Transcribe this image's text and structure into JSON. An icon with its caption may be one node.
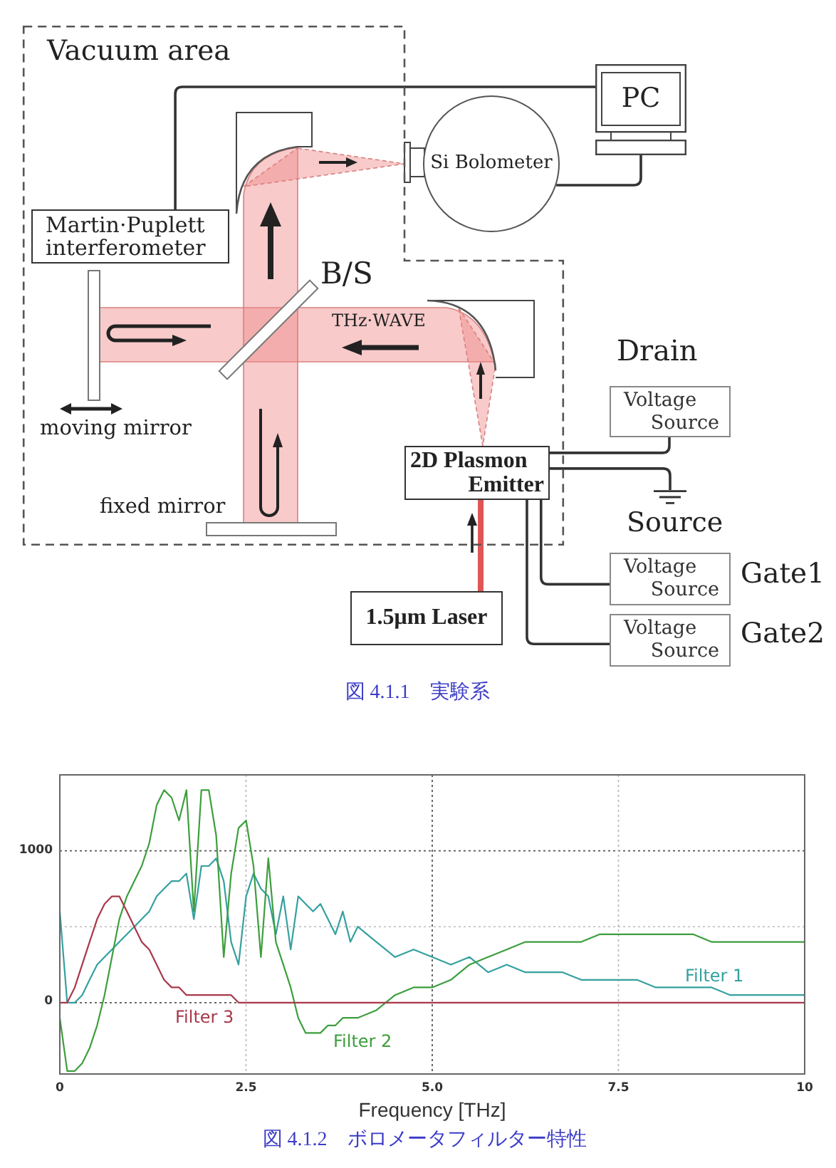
{
  "diagram": {
    "nodes": [
      {
        "text": [
          "Vacuum area"
        ]
      },
      {
        "text": [
          "PC"
        ]
      },
      {
        "text": [
          "Si Bolometer"
        ]
      },
      {
        "text": [
          "Martin·Puplett interferometer"
        ],
        "in": 0
      },
      {
        "text": [
          "Voltage Source"
        ],
        "beside": [
          "Drain"
        ]
      },
      {
        "text": [
          "2D Plasmon Emitter"
        ],
        "in": 0
      },
      {
        "text": [],
        "shape": "ground",
        "beside": [
          "Source"
        ]
      },
      {
        "text": [
          "Voltage Source"
        ],
        "beside": [
          "Gate1"
        ]
      },
      {
        "text": [
          "1.5μm Laser"
        ]
      },
      {
        "text": [
          "Voltage Source"
        ],
        "beside": [
          "Gate2"
        ]
      }
    ],
    "edges": [
      {
        "from": 1,
        "to": 3,
        "arrow": "none"
      },
      {
        "from": 2,
        "to": 1,
        "arrow": "none"
      },
      {
        "from": 5,
        "to": 4,
        "arrow": "none"
      },
      {
        "from": 5,
        "to": 6,
        "arrow": "none"
      },
      {
        "from": 5,
        "to": 7,
        "arrow": "none"
      },
      {
        "from": 5,
        "to": 9,
        "arrow": "none"
      },
      {
        "from": 8,
        "to": 5,
        "arrow": "none",
        "style": "thick",
        "color": "#e05555"
      }
    ],
    "labels": [
      "B/S",
      "THz·WAVE",
      "moving mirror",
      "fixed mirror",
      "図 4.1.1　実験系",
      "図 4.1.2　ボロメータフィルター特性"
    ],
    "chart_data": {
      "type": "line",
      "xlabel": "Frequency [THz]",
      "grid": true,
      "ref_lines": [
        {
          "axis": "y",
          "value": 500
        }
      ],
      "x": [
        0,
        0.1,
        0.2,
        0.3,
        0.4,
        0.5,
        0.6,
        0.7,
        0.8,
        0.9,
        1,
        1.1,
        1.2,
        1.3,
        1.4,
        1.5,
        1.6,
        1.7,
        1.8,
        1.9,
        2,
        2.1,
        2.2,
        2.3,
        2.4,
        2.5,
        2.6,
        2.7,
        2.8,
        2.9,
        3,
        3.1,
        3.2,
        3.3,
        3.4,
        3.5,
        3.6,
        3.7,
        3.8,
        3.9,
        4,
        4.25,
        4.5,
        4.75,
        5,
        5.25,
        5.5,
        5.75,
        6,
        6.25,
        6.5,
        6.75,
        7,
        7.25,
        7.5,
        7.75,
        8,
        8.25,
        8.5,
        8.75,
        9,
        9.25,
        9.5,
        9.75,
        10
      ],
      "series": [
        {
          "name": "Filter 1",
          "color": "#35a0a0",
          "values": [
            600,
            0,
            0,
            50,
            150,
            250,
            300,
            350,
            400,
            450,
            500,
            550,
            600,
            700,
            750,
            800,
            800,
            850,
            550,
            900,
            900,
            950,
            800,
            400,
            250,
            700,
            850,
            750,
            700,
            450,
            700,
            350,
            700,
            650,
            600,
            650,
            550,
            450,
            600,
            400,
            500,
            400,
            300,
            350,
            300,
            250,
            300,
            200,
            250,
            200,
            200,
            200,
            150,
            150,
            150,
            150,
            100,
            100,
            100,
            100,
            50,
            50,
            50,
            50,
            50
          ]
        },
        {
          "name": "Filter 2",
          "color": "#3d9e3d",
          "values": [
            -100,
            -450,
            -450,
            -400,
            -300,
            -150,
            50,
            300,
            550,
            700,
            800,
            900,
            1050,
            1300,
            1400,
            1350,
            1200,
            1400,
            600,
            1400,
            1400,
            1100,
            300,
            850,
            1150,
            1200,
            900,
            300,
            950,
            400,
            250,
            100,
            -100,
            -200,
            -200,
            -200,
            -150,
            -150,
            -100,
            -100,
            -100,
            -50,
            50,
            100,
            100,
            150,
            250,
            300,
            350,
            400,
            400,
            400,
            400,
            450,
            450,
            450,
            450,
            450,
            450,
            400,
            400,
            400,
            400,
            400,
            400
          ]
        },
        {
          "name": "Filter 3",
          "color": "#a8384a",
          "values": [
            0,
            0,
            100,
            250,
            400,
            550,
            650,
            700,
            700,
            600,
            500,
            400,
            350,
            250,
            150,
            100,
            100,
            50,
            50,
            50,
            50,
            50,
            50,
            50,
            0,
            0,
            0,
            0,
            0,
            0,
            0,
            0,
            0,
            0,
            0,
            0,
            0,
            0,
            0,
            0,
            0,
            0,
            0,
            0,
            0,
            0,
            0,
            0,
            0,
            0,
            0,
            0,
            0,
            0,
            0,
            0,
            0,
            0,
            0,
            0,
            0,
            0,
            0,
            0,
            0
          ]
        }
      ],
      "xlim": [
        0,
        10
      ],
      "ylim": [
        -470,
        1500
      ],
      "xticks": [
        0,
        2.5,
        {
          "value": 5,
          "label": "5.0"
        },
        7.5,
        10
      ],
      "yticks": [
        0,
        1000
      ]
    }
  }
}
